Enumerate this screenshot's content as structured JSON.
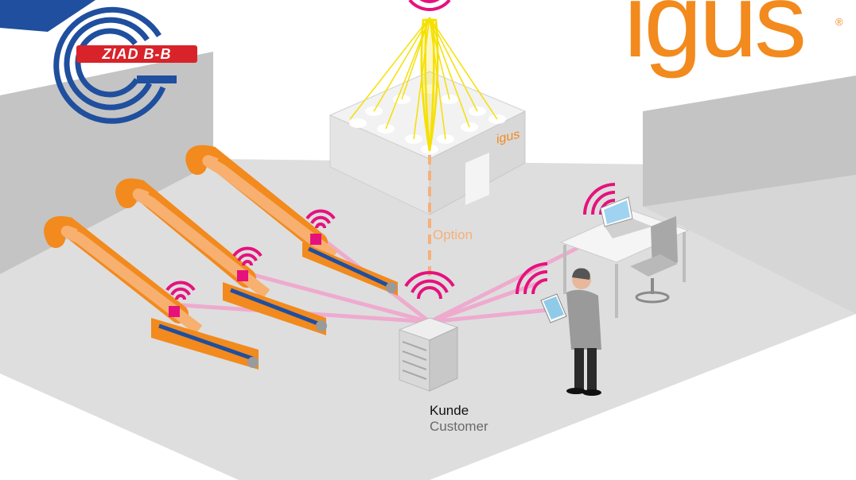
{
  "labels": {
    "option": "Option",
    "kunde": "Kunde",
    "customer": "Customer"
  },
  "logos": {
    "igus": "igus",
    "igus_reg": "®",
    "ziad": "ZIAD B-B",
    "building_brand": "igus"
  },
  "colors": {
    "signal": "#e5127d",
    "chain": "#f28a1e",
    "chain_light": "#f7b070",
    "link": "#f2a0c8",
    "wall": "#c9c9c9",
    "floor": "#dcdcdc",
    "ziad_blue": "#1f4f9e",
    "ziad_red": "#d8232a"
  },
  "icons": [
    "wifi-signal-icon",
    "server-rack-icon",
    "laptop-icon",
    "tablet-icon",
    "office-chair-icon",
    "person-icon",
    "data-center-building-icon"
  ]
}
